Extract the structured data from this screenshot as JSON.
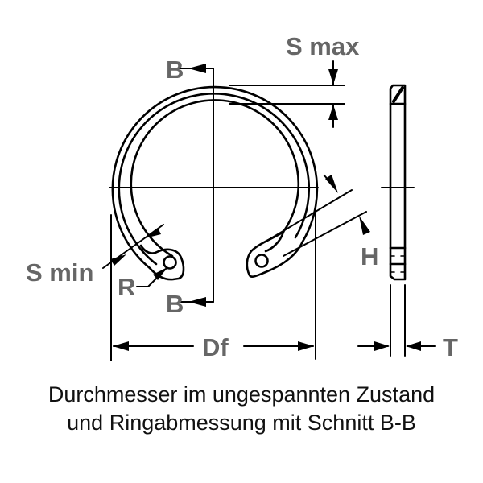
{
  "diagram": {
    "subject": "internal retaining ring (circlip) with section B-B",
    "labels": {
      "s_max": "S max",
      "s_min": "S min",
      "r": "R",
      "h": "H",
      "df": "Df",
      "t": "T",
      "b_top": "B",
      "b_bottom": "B"
    },
    "colors": {
      "line": "#000000",
      "label": "#666666",
      "caption": "#111111",
      "background": "#ffffff"
    }
  },
  "caption": {
    "line1": "Durchmesser im ungespannten Zustand",
    "line2": "und Ringabmessung mit Schnitt B-B"
  }
}
